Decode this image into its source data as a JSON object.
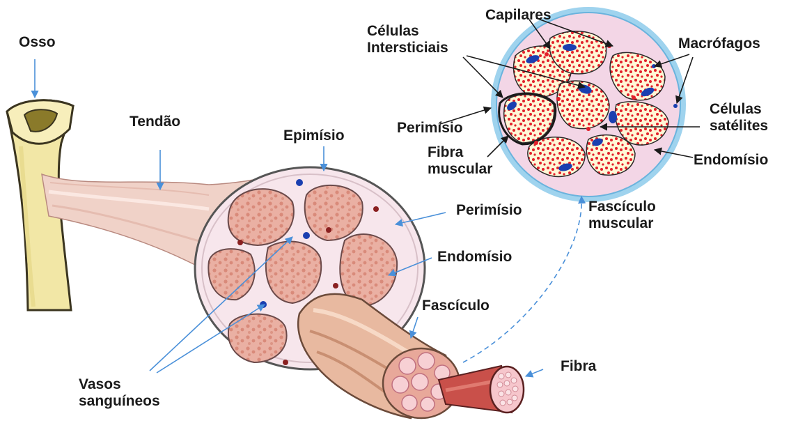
{
  "labels": {
    "osso": "Osso",
    "tendao": "Tendão",
    "epimisio": "Epimísio",
    "perimisio_left": "Perimísio",
    "endomisio_left": "Endomísio",
    "fasciculo": "Fascículo",
    "vasos_line1": "Vasos",
    "vasos_line2": "sanguíneos",
    "fibra": "Fibra",
    "capilares": "Capilares",
    "celulas_intersticiais_line1": "Células",
    "celulas_intersticiais_line2": "Intersticiais",
    "macrofagos": "Macrófagos",
    "perimisio_right": "Perimísio",
    "fibra_muscular_line1": "Fibra",
    "fibra_muscular_line2": "muscular",
    "celulas_satelites_line1": "Células",
    "celulas_satelites_line2": "satélites",
    "endomisio_right": "Endomísio",
    "fasciculo_muscular_line1": "Fascículo",
    "fasciculo_muscular_line2": "muscular"
  },
  "colors": {
    "bone": "#f2e7a6",
    "bone_edge": "#3b3520",
    "tendon": "#f0d2c8",
    "tissue": "#f7e6ec",
    "fascicle": "#e8a89a",
    "fiber_dots": "#e2202a",
    "nuclei": "#1a3fb0",
    "epimysium_ring": "#9fd3ee",
    "pointer_line": "#4a90d9"
  }
}
